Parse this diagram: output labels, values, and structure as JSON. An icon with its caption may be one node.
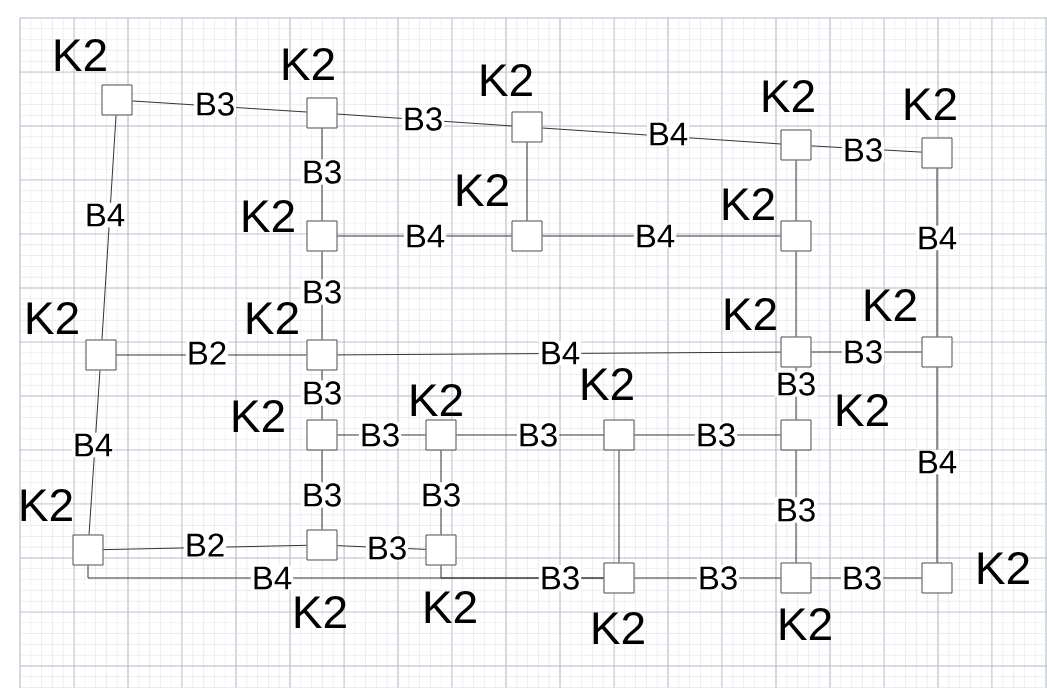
{
  "diagram": {
    "nodes": [
      {
        "text": [],
        "shape": "box",
        "beside": [
          "K2"
        ]
      },
      {
        "text": [],
        "shape": "box",
        "beside": [
          "K2"
        ]
      },
      {
        "text": [],
        "shape": "box",
        "beside": [
          "K2"
        ]
      },
      {
        "text": [],
        "shape": "box",
        "beside": [
          "K2"
        ]
      },
      {
        "text": [],
        "shape": "box",
        "beside": [
          "K2"
        ]
      },
      {
        "text": [],
        "shape": "box",
        "beside": [
          "K2"
        ]
      },
      {
        "text": [],
        "shape": "box",
        "beside": [
          "K2"
        ]
      },
      {
        "text": [],
        "shape": "box",
        "beside": [
          "K2"
        ]
      },
      {
        "text": [],
        "shape": "box",
        "beside": [
          "K2"
        ]
      },
      {
        "text": [],
        "shape": "box",
        "beside": [
          "K2"
        ]
      },
      {
        "text": [],
        "shape": "box",
        "beside": [
          "K2"
        ]
      },
      {
        "text": [],
        "shape": "box",
        "beside": [
          "K2"
        ]
      },
      {
        "text": [],
        "shape": "box",
        "beside": [
          "K2"
        ]
      },
      {
        "text": [],
        "shape": "box",
        "beside": [
          "K2"
        ]
      },
      {
        "text": [],
        "shape": "box",
        "beside": [
          "K2"
        ]
      },
      {
        "text": [],
        "shape": "box",
        "beside": [
          "K2"
        ]
      },
      {
        "text": [],
        "shape": "box",
        "beside": [
          "K2"
        ]
      },
      {
        "text": [],
        "shape": "box",
        "beside": [
          "K2"
        ]
      },
      {
        "text": [],
        "shape": "box",
        "beside": [
          "K2"
        ]
      },
      {
        "text": [],
        "shape": "box",
        "beside": [
          "K2"
        ]
      },
      {
        "text": [],
        "shape": "box",
        "beside": [
          "K2"
        ]
      },
      {
        "text": [],
        "shape": "box",
        "beside": [
          "K2"
        ]
      }
    ],
    "edges": [
      {
        "from": 0,
        "to": 1,
        "arrow": "none",
        "label": "B3"
      },
      {
        "from": 1,
        "to": 2,
        "arrow": "none",
        "label": "B3"
      },
      {
        "from": 2,
        "to": 3,
        "arrow": "none",
        "label": "B4"
      },
      {
        "from": 3,
        "to": 4,
        "arrow": "none",
        "label": "B3"
      },
      {
        "from": 0,
        "to": 8,
        "arrow": "none",
        "label": "B4"
      },
      {
        "from": 1,
        "to": 5,
        "arrow": "none",
        "label": "B3"
      },
      {
        "from": 2,
        "to": 6,
        "arrow": "none"
      },
      {
        "from": 3,
        "to": 7,
        "arrow": "none"
      },
      {
        "from": 5,
        "to": 6,
        "arrow": "none",
        "label": "B4"
      },
      {
        "from": 6,
        "to": 7,
        "arrow": "none",
        "label": "B4"
      },
      {
        "from": 4,
        "to": 11,
        "arrow": "none",
        "label": "B4"
      },
      {
        "from": 5,
        "to": 9,
        "arrow": "none",
        "label": "B3"
      },
      {
        "from": 7,
        "to": 10,
        "arrow": "none"
      },
      {
        "from": 8,
        "to": 9,
        "arrow": "none",
        "label": "B2"
      },
      {
        "from": 9,
        "to": 10,
        "arrow": "none",
        "label": "B4"
      },
      {
        "from": 10,
        "to": 11,
        "arrow": "none",
        "label": "B3"
      },
      {
        "from": 9,
        "to": 12,
        "arrow": "none",
        "label": "B3"
      },
      {
        "from": 10,
        "to": 15,
        "arrow": "none",
        "label": "B3"
      },
      {
        "from": 12,
        "to": 13,
        "arrow": "none",
        "label": "B3"
      },
      {
        "from": 13,
        "to": 14,
        "arrow": "none",
        "label": "B3"
      },
      {
        "from": 14,
        "to": 15,
        "arrow": "none",
        "label": "B3"
      },
      {
        "from": 11,
        "to": 21,
        "arrow": "none",
        "label": "B4"
      },
      {
        "from": 8,
        "to": 16,
        "arrow": "none",
        "label": "B4"
      },
      {
        "from": 12,
        "to": 17,
        "arrow": "none",
        "label": "B3"
      },
      {
        "from": 13,
        "to": 18,
        "arrow": "none",
        "label": "B3"
      },
      {
        "from": 15,
        "to": 20,
        "arrow": "none",
        "label": "B3"
      },
      {
        "from": 16,
        "to": 17,
        "arrow": "none",
        "label": "B2"
      },
      {
        "from": 17,
        "to": 18,
        "arrow": "none",
        "label": "B3"
      },
      {
        "from": 14,
        "to": 19,
        "arrow": "none"
      },
      {
        "from": 16,
        "to": 19,
        "arrow": "none",
        "label": "B4"
      },
      {
        "from": 18,
        "to": 19,
        "arrow": "none",
        "label": "B3"
      },
      {
        "from": 19,
        "to": 20,
        "arrow": "none",
        "label": "B3"
      },
      {
        "from": 20,
        "to": 21,
        "arrow": "none",
        "label": "B3"
      }
    ]
  }
}
